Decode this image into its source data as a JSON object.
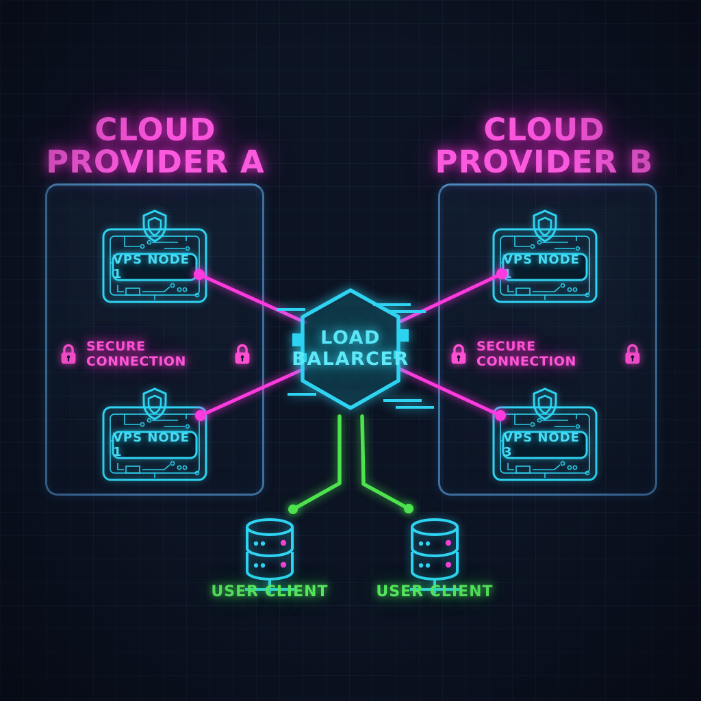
{
  "diagram_type": "multi-cloud load balancing architecture",
  "providers": [
    {
      "title_line1": "CLOUD",
      "title_line2": "PROVIDER A",
      "secure_label": "SECURE CONNECTION",
      "node_top": "VPS NODE 1",
      "node_bottom": "VPS NODE 1"
    },
    {
      "title_line1": "CLOUD",
      "title_line2": "PROVIDER B",
      "secure_label": "SECURE CONNECTION",
      "node_top": "VPS NODE 1",
      "node_bottom": "VPS NODE 3"
    }
  ],
  "load_balancer": {
    "line1": "LOAD",
    "line2": "BALARCER"
  },
  "clients": [
    {
      "label": "USER CLIENT"
    },
    {
      "label": "USER CLIENT"
    }
  ],
  "icons": [
    "shield-icon",
    "padlock-icon",
    "database-icon",
    "hexagon-load-balancer-badge"
  ],
  "colors": {
    "background": "#0c1322",
    "pink_accent": "#ff3be0",
    "cyan_accent": "#2fd4f2",
    "green_accent": "#4ee24e",
    "container_border": "#3d70a0",
    "magenta_dot": "#f33fd3"
  }
}
